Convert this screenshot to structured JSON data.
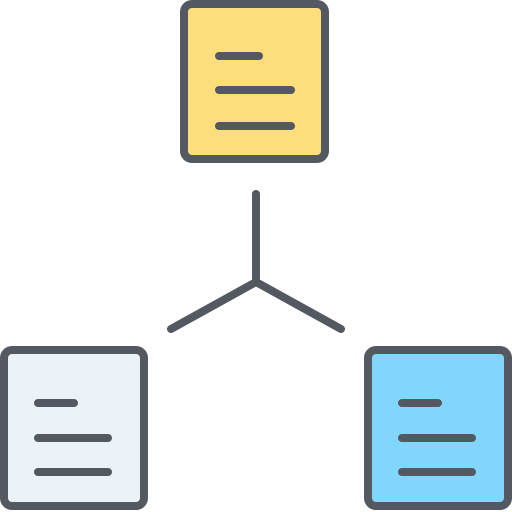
{
  "icon": {
    "name": "document-sharing-network-icon",
    "colors": {
      "outline": "#535861",
      "document_top_fill": "#FEDE7C",
      "document_left_fill": "#ECF3F8",
      "document_right_fill": "#80D6FD",
      "background": "#FFFFFF"
    },
    "documents": [
      {
        "name": "document-top-icon",
        "fill_key": "document_top_fill"
      },
      {
        "name": "document-left-icon",
        "fill_key": "document_left_fill"
      },
      {
        "name": "document-right-icon",
        "fill_key": "document_right_fill"
      }
    ],
    "connector_name": "tri-branch-connector-icon"
  }
}
